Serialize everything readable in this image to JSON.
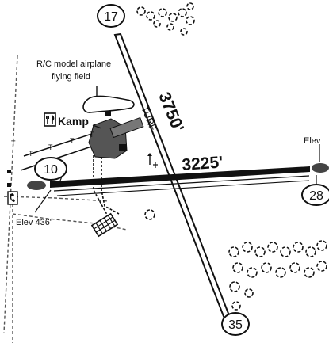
{
  "airport": {
    "runway_ends": {
      "north": "17",
      "south": "35",
      "west": "10",
      "east": "28"
    },
    "runway_lengths": {
      "turf_runway": "3750'",
      "paved_runway": "3225'"
    },
    "surface_label": "TURF",
    "elevations": {
      "west": "Elev 436'",
      "east": "Elev"
    },
    "facility": {
      "name": "Kamp",
      "note_line1": "R/C model airplane",
      "note_line2": "flying field",
      "restaurant_icon": "fork-knife-icon",
      "phone_icon": "telephone-icon"
    },
    "road_marks": [
      "T",
      "T",
      "T",
      "T",
      "T"
    ]
  },
  "colors": {
    "ink": "#111111",
    "background": "#ffffff",
    "dashed_road": "#555555",
    "building_fill": "#555555"
  }
}
